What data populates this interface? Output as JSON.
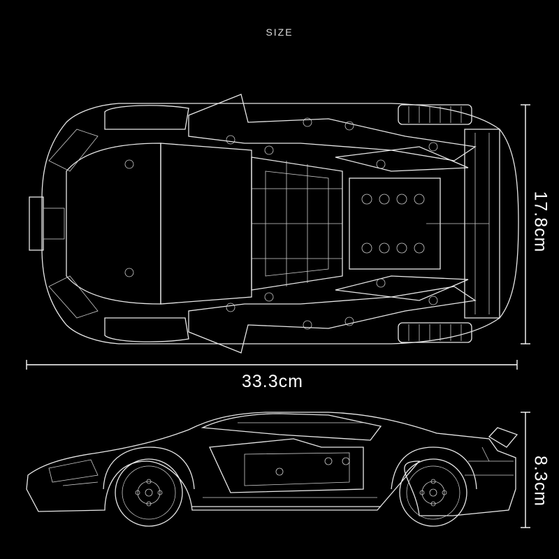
{
  "header": {
    "title": "SIZE"
  },
  "dimensions": {
    "top_width_label": "17.8cm",
    "length_label": "33.3cm",
    "side_height_label": "8.3cm"
  },
  "colors": {
    "background": "#000000",
    "line": "#e8e8e8"
  }
}
